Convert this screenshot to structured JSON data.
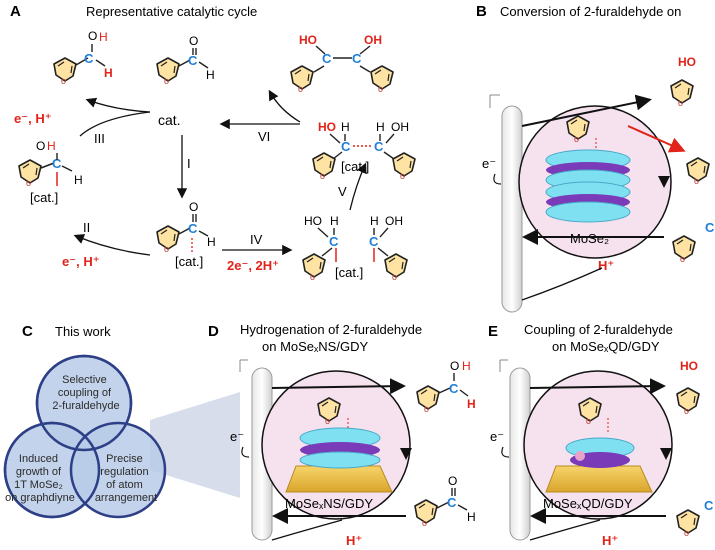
{
  "panels": {
    "a": {
      "letter": "A",
      "title": "Representative catalytic cycle"
    },
    "b": {
      "letter": "B",
      "title": "Conversion of 2-furaldehyde on"
    },
    "c": {
      "letter": "C",
      "title": "This work"
    },
    "d": {
      "letter": "D",
      "title_line1": "Hydrogenation of 2-furaldehyde",
      "title_line2": "on MoSeₓNS/GDY"
    },
    "e": {
      "letter": "E",
      "title_line1": "Coupling of 2-furaldehyde",
      "title_line2": "on MoSeₓQD/GDY"
    }
  },
  "cycle": {
    "cat": "cat.",
    "cat_bracket": "[cat.]",
    "steps": {
      "I": "I",
      "II": "II",
      "III": "III",
      "IV": "IV",
      "V": "V",
      "VI": "VI"
    },
    "reagent_single": "e⁻, H⁺",
    "reagent_double": "2e⁻, 2H⁺"
  },
  "atoms": {
    "O": "O",
    "H": "H",
    "C": "C",
    "HO": "HO",
    "OH": "OH"
  },
  "venn": {
    "top": [
      "Selective",
      "coupling of",
      "2-furaldehyde"
    ],
    "left": [
      "Induced",
      "growth of",
      "1T MoSe₂",
      "on graphdiyne"
    ],
    "right": [
      "Precise",
      "regulation",
      "of atom",
      "arrangement"
    ]
  },
  "electrodes": {
    "electron": "e⁻",
    "proton": "H⁺",
    "b_label": "MoSe₂",
    "d_label": "MoSeₓNS/GDY",
    "e_label": "MoSeₓQD/GDY"
  },
  "colors": {
    "red": "#e2231a",
    "blue": "#1f7fd6",
    "pink": "#f6e2ef",
    "venn": "#b9cbe8",
    "venn_stroke": "#2d3f86"
  }
}
